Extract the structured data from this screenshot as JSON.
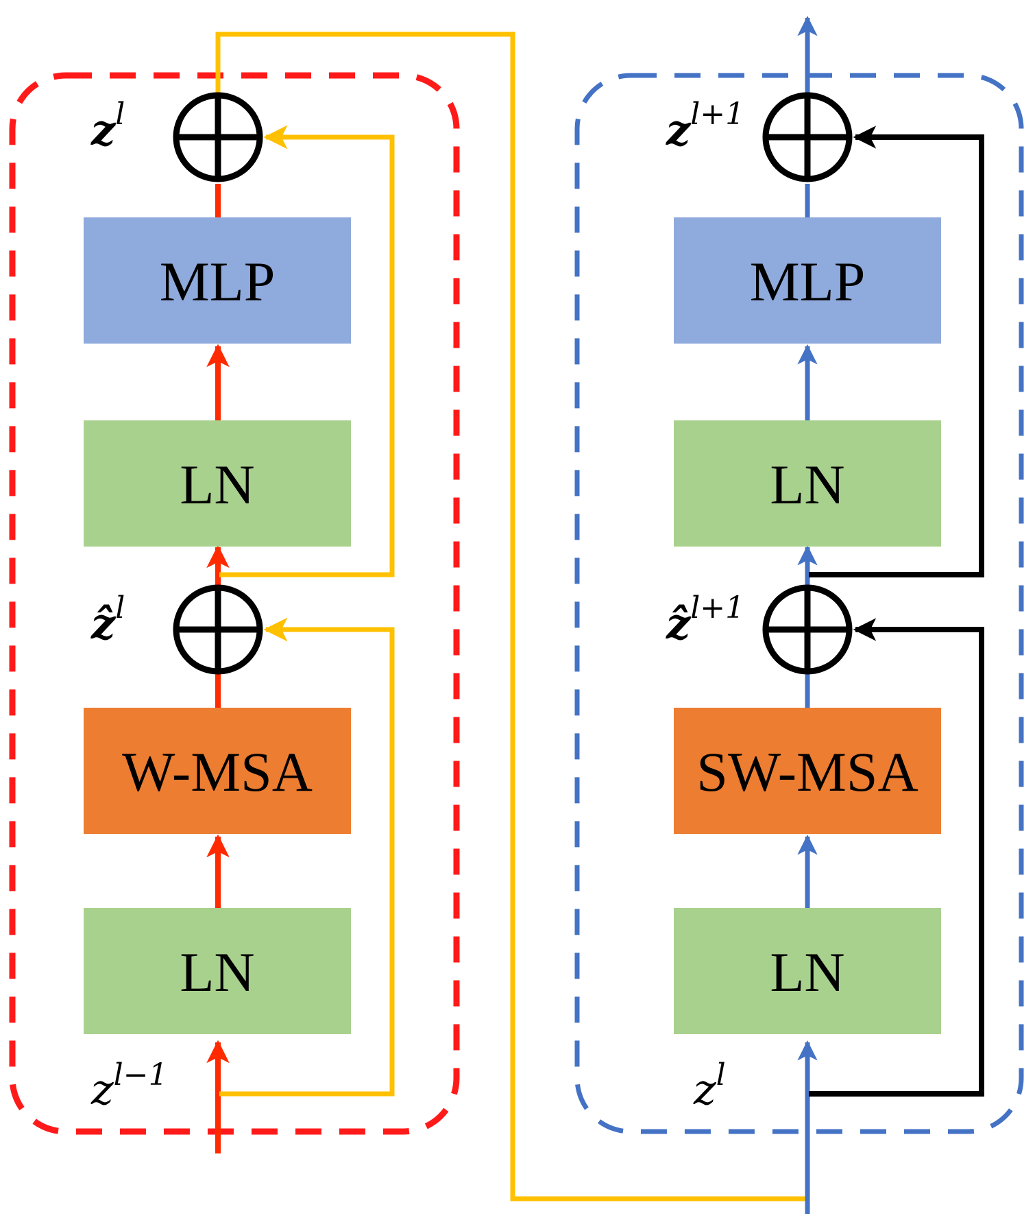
{
  "colors": {
    "left_path": "#ff2a00",
    "left_border": "#ff1a1a",
    "right_path": "#4472c4",
    "right_border": "#4472c4",
    "skip_yellow": "#ffc000",
    "skip_black": "#000000",
    "mlp_fill": "#8faadc",
    "ln_fill": "#a9d18e",
    "msa_fill": "#ed7d31"
  },
  "left_block": {
    "mlp_label": "MLP",
    "ln_top_label": "LN",
    "msa_label": "W-MSA",
    "ln_bottom_label": "LN",
    "output_symbol": "z",
    "output_sup": "l",
    "mid_symbol": "ẑ",
    "mid_sup": "l",
    "input_symbol": "z",
    "input_sup": "l−1"
  },
  "right_block": {
    "mlp_label": "MLP",
    "ln_top_label": "LN",
    "msa_label": "SW-MSA",
    "ln_bottom_label": "LN",
    "output_symbol": "z",
    "output_sup": "l+1",
    "mid_symbol": "ẑ",
    "mid_sup": "l+1",
    "input_symbol": "z",
    "input_sup": "l"
  },
  "icons": {
    "adder": "circled-plus-icon",
    "arrow": "arrowhead-icon"
  }
}
